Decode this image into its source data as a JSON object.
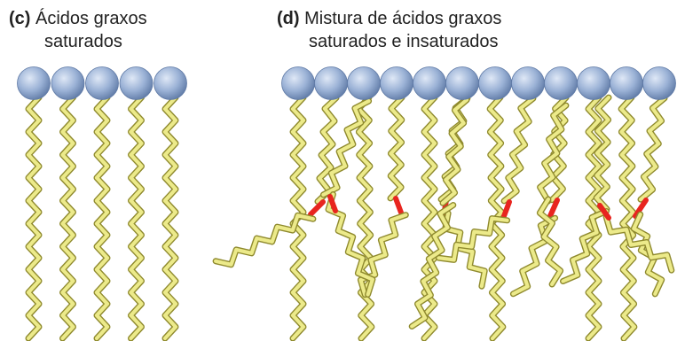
{
  "panel_c": {
    "letter": "(c)",
    "title_line1": "Ácidos graxos",
    "title_line2": "saturados",
    "heads": 5
  },
  "panel_d": {
    "letter": "(d)",
    "title_line1": "Mistura de ácidos graxos",
    "title_line2": "saturados e insaturados",
    "heads": 12
  },
  "colors": {
    "head": "#9bb2d6",
    "head_dark": "#5f7aa6",
    "tail": "#ecea8a",
    "tail_outline": "#8f8a2e",
    "double_bond": "#e8251f",
    "text": "#222222"
  }
}
